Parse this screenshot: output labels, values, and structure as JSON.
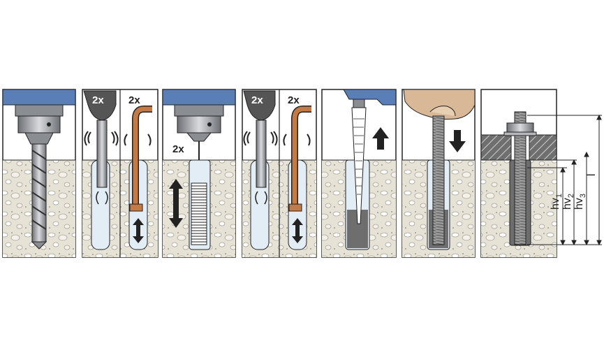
{
  "labels": {
    "step2_a": "2x",
    "step2_b": "2x",
    "step3": "2x",
    "step4_a": "2x",
    "step4_b": "2x"
  },
  "dimensions": {
    "hv1": "hv",
    "hv1_sub": "1",
    "hv2": "hv",
    "hv2_sub": "2",
    "hv3": "hv",
    "hv3_sub": "3",
    "l": "l"
  },
  "colors": {
    "concrete": "#e6e2d6",
    "concrete_dots": "#c8c4b8",
    "drill_blue": "#5a7fb8",
    "chuck": "#8a8d92",
    "copper": "#c47a45",
    "mortar": "#6e6e6e",
    "outline": "#222222",
    "skin": "#d8b896"
  },
  "icons": {
    "up": "arrow-up-icon",
    "down": "arrow-down-icon",
    "updown": "arrow-updown-icon"
  }
}
